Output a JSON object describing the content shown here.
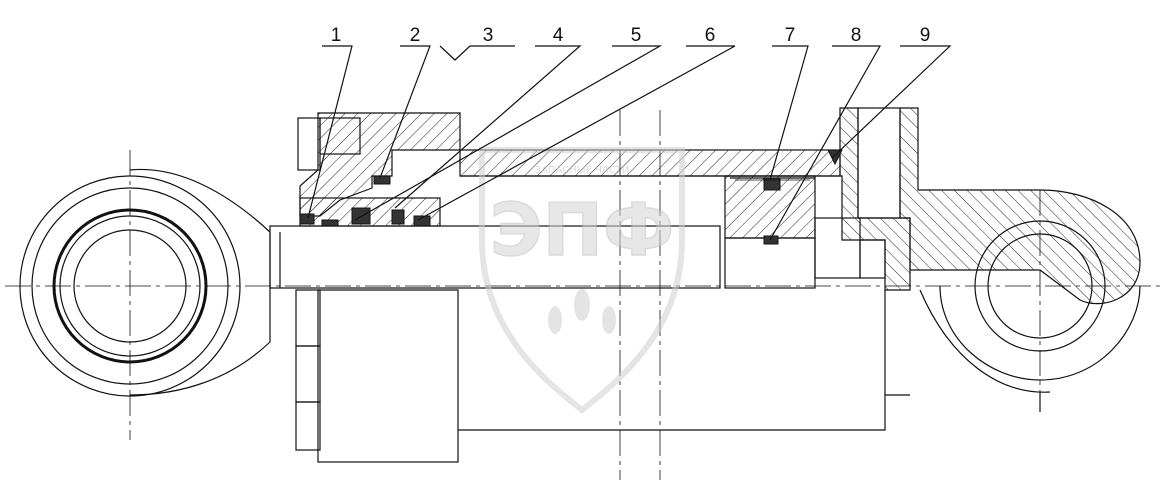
{
  "callouts": [
    {
      "label": "1"
    },
    {
      "label": "2"
    },
    {
      "label": "3"
    },
    {
      "label": "4"
    },
    {
      "label": "5"
    },
    {
      "label": "6"
    },
    {
      "label": "7"
    },
    {
      "label": "8"
    },
    {
      "label": "9"
    }
  ],
  "watermark": {
    "logo_text": "ЭПФ",
    "tagline": "ЗАПАСНЫЕ ЧАСТИ"
  },
  "colors": {
    "line": "#111111",
    "watermark": "#d9d9d9",
    "background": "#ffffff"
  }
}
